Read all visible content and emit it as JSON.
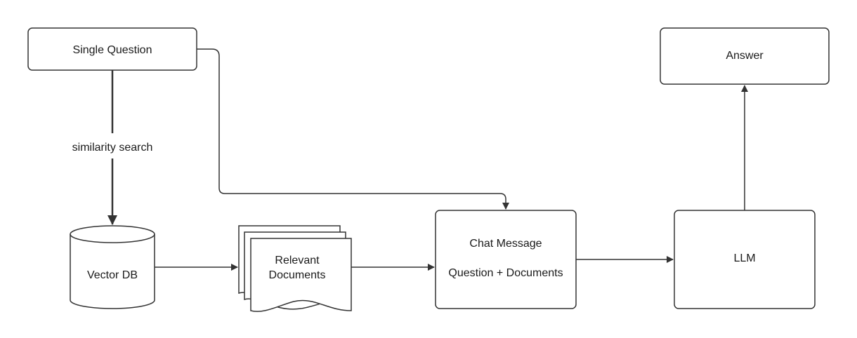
{
  "nodes": {
    "single_question": "Single Question",
    "vector_db": "Vector DB",
    "relevant_docs_line1": "Relevant",
    "relevant_docs_line2": "Documents",
    "chat_message_title": "Chat Message",
    "chat_message_body": "Question + Documents",
    "llm": "LLM",
    "answer": "Answer"
  },
  "edges": {
    "similarity_search": "similarity search"
  }
}
